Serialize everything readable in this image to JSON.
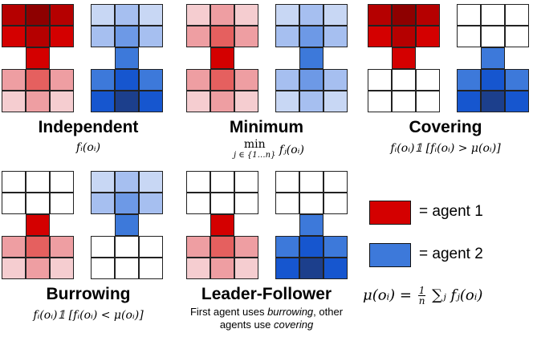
{
  "colors": {
    "r0": "#ffffff",
    "r1": "#f5cdd0",
    "r2": "#ee9ea2",
    "r3": "#e5605f",
    "r4": "#d40000",
    "r5": "#b50000",
    "r6": "#8e0000",
    "b0": "#ffffff",
    "b1": "#c8d7f4",
    "b2": "#a6bff0",
    "b3": "#6d99e6",
    "b4": "#3d79da",
    "b5": "#1656cf",
    "b6": "#1c3f8c"
  },
  "panels": [
    {
      "id": "independent",
      "title": "Independent",
      "formula": "fᵢ(oᵢ)",
      "red": [
        "r5",
        "r6",
        "r5",
        "r4",
        "r5",
        "r4",
        "r4",
        "r2",
        "r3",
        "r2",
        "r1",
        "r2",
        "r1"
      ],
      "blue": [
        "b1",
        "b2",
        "b1",
        "b2",
        "b3",
        "b2",
        "b4",
        "b4",
        "b5",
        "b4",
        "b5",
        "b6",
        "b5"
      ]
    },
    {
      "id": "minimum",
      "title": "Minimum",
      "formula_top": "min",
      "formula_sub": "j ∈ {1…n}",
      "formula": "fⱼ(oᵢ)",
      "red": [
        "r1",
        "r2",
        "r1",
        "r2",
        "r3",
        "r2",
        "r4",
        "r2",
        "r3",
        "r2",
        "r1",
        "r2",
        "r1"
      ],
      "blue": [
        "b1",
        "b2",
        "b1",
        "b2",
        "b3",
        "b2",
        "b4",
        "b2",
        "b3",
        "b2",
        "b1",
        "b2",
        "b1"
      ]
    },
    {
      "id": "covering",
      "title": "Covering",
      "formula": "fᵢ(oᵢ)𝟙 [fᵢ(oᵢ) > μ(oᵢ)]",
      "red": [
        "r5",
        "r6",
        "r5",
        "r4",
        "r5",
        "r4",
        "r4",
        "r0",
        "r0",
        "r0",
        "r0",
        "r0",
        "r0"
      ],
      "blue": [
        "b0",
        "b0",
        "b0",
        "b0",
        "b0",
        "b0",
        "b4",
        "b4",
        "b5",
        "b4",
        "b5",
        "b6",
        "b5"
      ]
    },
    {
      "id": "burrowing",
      "title": "Burrowing",
      "formula": "fᵢ(oᵢ)𝟙 [fᵢ(oᵢ) < μ(oᵢ)]",
      "red": [
        "r0",
        "r0",
        "r0",
        "r0",
        "r0",
        "r0",
        "r4",
        "r2",
        "r3",
        "r2",
        "r1",
        "r2",
        "r1"
      ],
      "blue": [
        "b1",
        "b2",
        "b1",
        "b2",
        "b3",
        "b2",
        "b4",
        "b0",
        "b0",
        "b0",
        "b0",
        "b0",
        "b0"
      ]
    },
    {
      "id": "leader-follower",
      "title": "Leader-Follower",
      "note_a": "First agent uses ",
      "note_b": "burrowing",
      "note_c": ", other",
      "note_d": "agents use ",
      "note_e": "covering",
      "red": [
        "r0",
        "r0",
        "r0",
        "r0",
        "r0",
        "r0",
        "r4",
        "r2",
        "r3",
        "r2",
        "r1",
        "r2",
        "r1"
      ],
      "blue": [
        "b0",
        "b0",
        "b0",
        "b0",
        "b0",
        "b0",
        "b4",
        "b4",
        "b5",
        "b4",
        "b5",
        "b6",
        "b5"
      ]
    }
  ],
  "legend": {
    "agent1": {
      "label": "= agent 1",
      "color": "#d40000"
    },
    "agent2": {
      "label": "= agent 2",
      "color": "#3d79da"
    },
    "mu_lhs": "μ(oᵢ) =",
    "mu_num": "1",
    "mu_den": "n",
    "mu_rhs": "∑ⱼ fⱼ(oᵢ)"
  }
}
